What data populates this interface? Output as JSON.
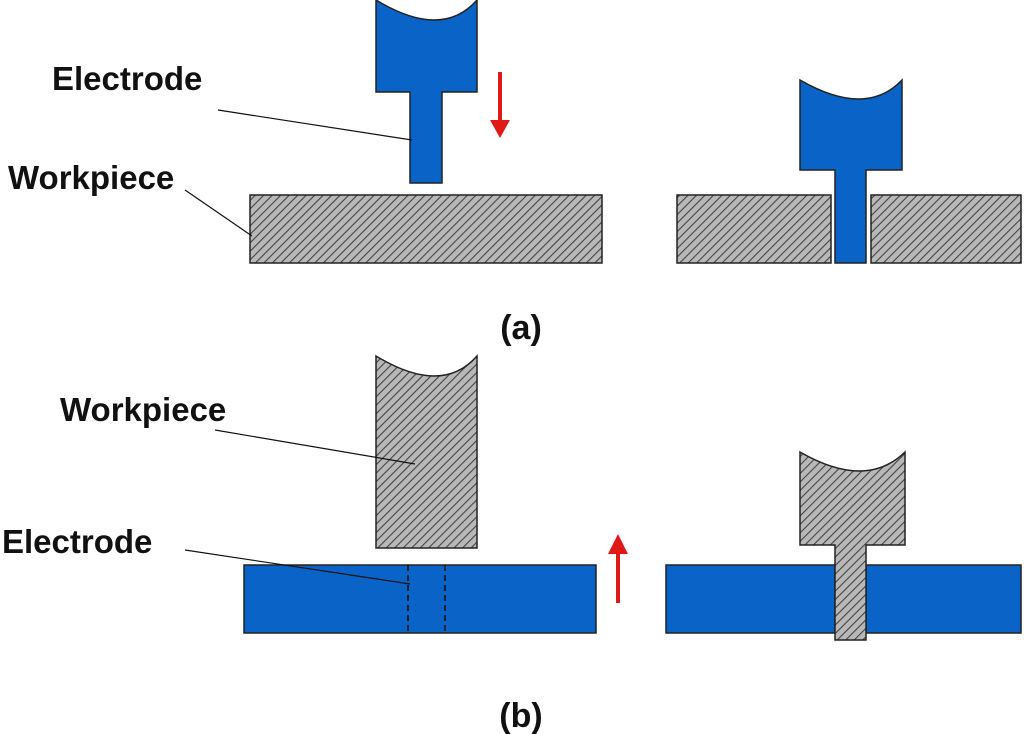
{
  "colors": {
    "electrode": "#0a64c8",
    "workpiece_fill": "#b8b8b8",
    "hatch": "#444444",
    "arrow": "#e01818",
    "outline": "#222222"
  },
  "panel_a": {
    "electrode_label": "Electrode",
    "workpiece_label": "Workpiece",
    "caption": "(a)",
    "motion_arrow": "down"
  },
  "panel_b": {
    "workpiece_label": "Workpiece",
    "electrode_label": "Electrode",
    "caption": "(b)",
    "motion_arrow": "up"
  }
}
